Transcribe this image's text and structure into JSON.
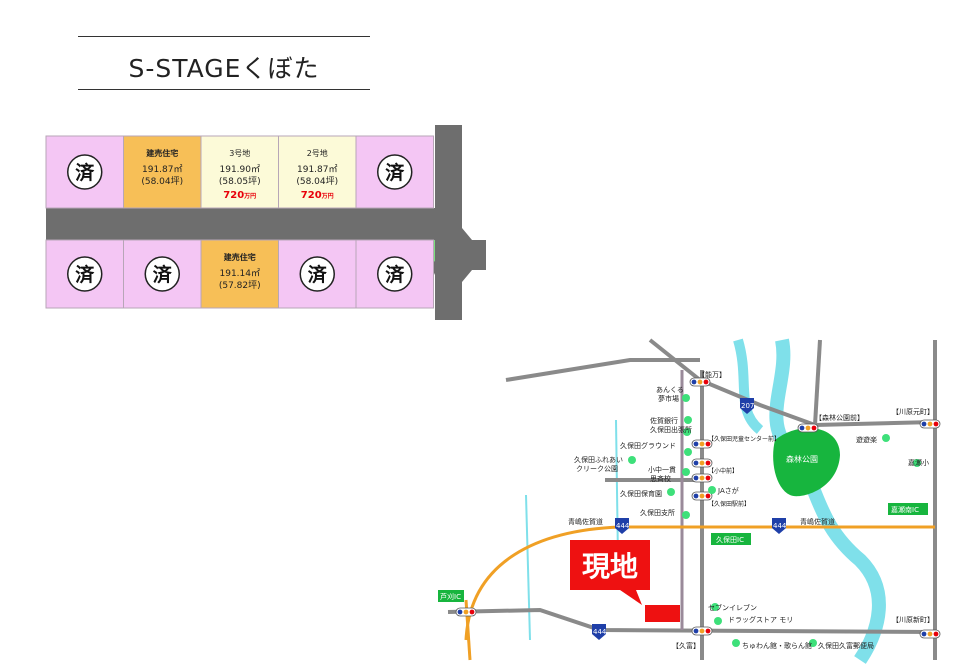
{
  "title": "S-STAGEくぼた",
  "colors": {
    "sold": "#f4c6f4",
    "model": "#f7bf57",
    "available": "#fcfad8",
    "road": "#6e6e6e",
    "price": "#e8000a",
    "water": "#7fe0ea",
    "park": "#17b53e",
    "expressway": "#f0a025",
    "poi": "#3ee07a",
    "hilite": "#ee1111"
  },
  "sold_label": "済",
  "lots_top": [
    {
      "status": "sold"
    },
    {
      "status": "model",
      "name": "建売住宅",
      "area": "191.87㎡",
      "tsubo": "(58.04坪)"
    },
    {
      "status": "available",
      "name": "3号地",
      "area": "191.90㎡",
      "tsubo": "(58.05坪)",
      "price": "720",
      "unit": "万円"
    },
    {
      "status": "available",
      "name": "2号地",
      "area": "191.87㎡",
      "tsubo": "(58.04坪)",
      "price": "720",
      "unit": "万円"
    },
    {
      "status": "sold"
    }
  ],
  "lots_bottom": [
    {
      "status": "sold"
    },
    {
      "status": "sold"
    },
    {
      "status": "model",
      "name": "建売住宅",
      "area": "191.14㎡",
      "tsubo": "(57.82坪)"
    },
    {
      "status": "sold"
    },
    {
      "status": "sold"
    }
  ],
  "map": {
    "site_label": "現地",
    "routes": {
      "r207": "207",
      "r444": "444"
    },
    "roads": {
      "main": "青嶋佐賀道",
      "mainEast": "青嶋佐賀道"
    },
    "signals": {
      "hokuban": "【能万】",
      "morinoki": "【森林公園前】",
      "hirakawa": "【川原元町】",
      "kodomo": "【久保田児童センター前】",
      "shochu": "【小中前】",
      "kubotaSta": "【久保田駅前】",
      "kubota": "【久富】",
      "kawaharaShin": "【川原新町】"
    },
    "places": {
      "ankuru": "あんくる",
      "ankuru2": "夢市場",
      "saga1": "佐賀銀行",
      "saga2": "久保田出張所",
      "ground": "久保田グラウンド",
      "fureai1": "久保田ふれあい",
      "fureai2": "クリーク公園",
      "shochu1": "小中一貫",
      "shochu2": "思斉校",
      "hoikuen": "久保田保育園",
      "shisho": "久保田支所",
      "ja": "JAさが",
      "park": "森林公園",
      "ryokan": "遊遊楽",
      "kawaharaSho": "嘉瀬小",
      "seven": "セブンイレブン",
      "drug": "ドラッグストア モリ",
      "chuwan": "ちゅわん館・歌らん館",
      "mori": "久保田久富郵便局"
    },
    "ic": {
      "kawaharaIC": "嘉瀬南IC",
      "kubotaIC": "久保田IC",
      "ashikariIC": "芦刈IC"
    }
  }
}
